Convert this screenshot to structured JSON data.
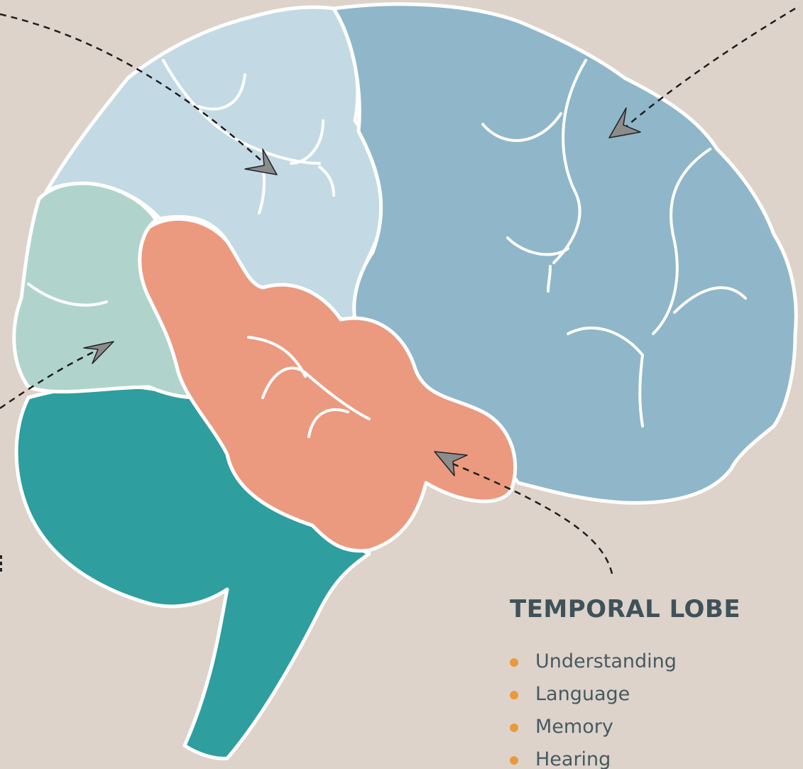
{
  "colors": {
    "background": "#ddd3ca",
    "frontal_lobe": "#8fb7c9",
    "parietal_lobe": "#c3dae5",
    "occipital_lobe": "#b0d4cc",
    "temporal_lobe": "#eb9a7f",
    "cerebellum_brainstem": "#2e9e9f",
    "outline": "#ffffff",
    "bullet": "#ea9a3c",
    "label_text": "#3f525a"
  },
  "label": {
    "title": "TEMPORAL LOBE",
    "items": [
      "Understanding",
      "Language",
      "Memory",
      "Hearing"
    ]
  }
}
